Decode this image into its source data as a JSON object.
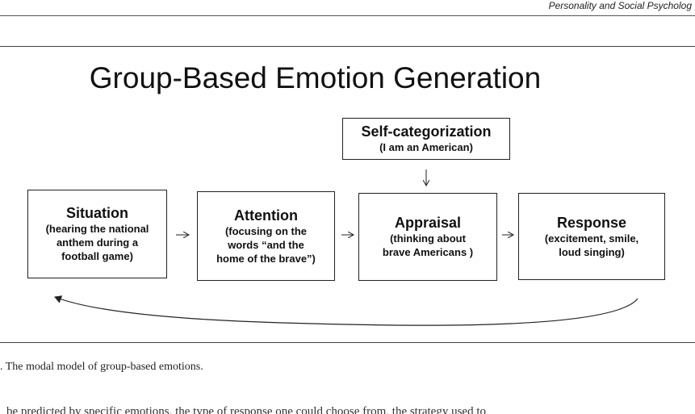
{
  "running_head": "Personality and Social Psycholog",
  "figure": {
    "title": "Group-Based Emotion Generation",
    "boxes": {
      "self_categorization": {
        "head": "Self-categorization",
        "lines": [
          "(I am an American)"
        ]
      },
      "situation": {
        "head": "Situation",
        "lines": [
          "(hearing the national",
          "anthem during a",
          "football game)"
        ]
      },
      "attention": {
        "head": "Attention",
        "lines": [
          "(focusing on the",
          "words “and the",
          "home of the brave”)"
        ]
      },
      "appraisal": {
        "head": "Appraisal",
        "lines": [
          "(thinking about",
          "brave Americans )"
        ]
      },
      "response": {
        "head": "Response",
        "lines": [
          "(excitement, smile,",
          "loud singing)"
        ]
      }
    },
    "arrow_glyph": "→"
  },
  "caption": ". The modal model of group-based emotions.",
  "body_text_cutoff": "be predicted by specific emotions, the type of response one could choose from, the strategy used to"
}
